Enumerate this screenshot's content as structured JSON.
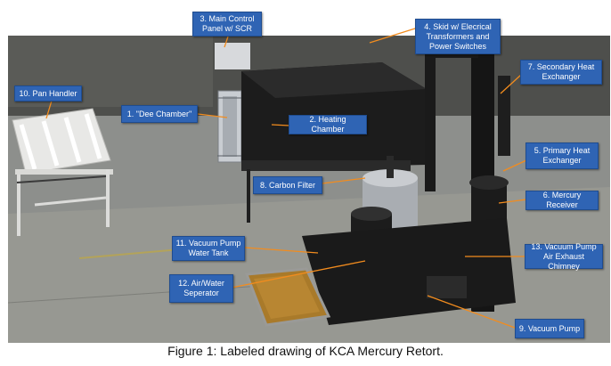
{
  "labels": {
    "dee_chamber": "1. \"Dee Chamber\"",
    "heating_chamber": "2. Heating Chamber",
    "main_control_panel": "3. Main Control Panel w/ SCR",
    "skid": "4. Skid w/ Elecrical Transformers and Power Switches",
    "primary_heat_exchanger": "5. Primary Heat Exchanger",
    "mercury_receiver": "6. Mercury Receiver",
    "secondary_heat_exchanger": "7. Secondary Heat Exchanger",
    "carbon_filter": "8. Carbon Filter",
    "vacuum_pump": "9. Vacuum Pump",
    "pan_handler": "10. Pan Handler",
    "vacuum_pump_water_tank": "11. Vacuum Pump Water Tank",
    "air_water_seperator": "12. Air/Water Seperator",
    "vacuum_pump_exhaust_chimney": "13. Vacuum Pump Air Exhaust Chimney"
  },
  "caption": "Figure 1: Labeled drawing of KCA Mercury Retort.",
  "colors": {
    "label_fill": "#2f64b4",
    "label_border": "#1f4c8f",
    "leader_line": "#f28c1e"
  }
}
